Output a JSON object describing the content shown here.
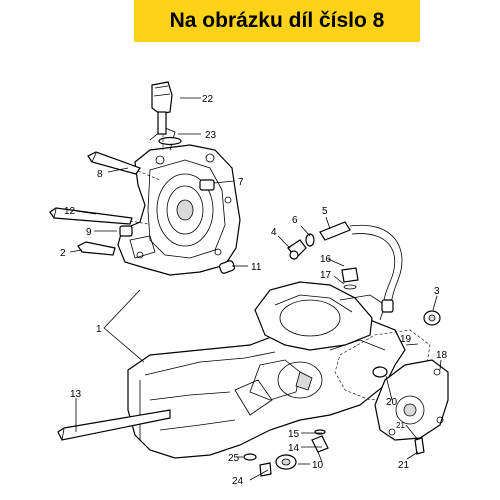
{
  "banner": {
    "title": "Na obrázku díl číslo 8",
    "background": "#ffd21a"
  },
  "diagram": {
    "callouts": [
      "1",
      "2",
      "3",
      "4",
      "5",
      "6",
      "7",
      "8",
      "9",
      "10",
      "11",
      "12",
      "13",
      "14",
      "15",
      "16",
      "17",
      "18",
      "19",
      "20",
      "21",
      "22",
      "23",
      "24",
      "25"
    ],
    "sub_label_21": "21"
  }
}
